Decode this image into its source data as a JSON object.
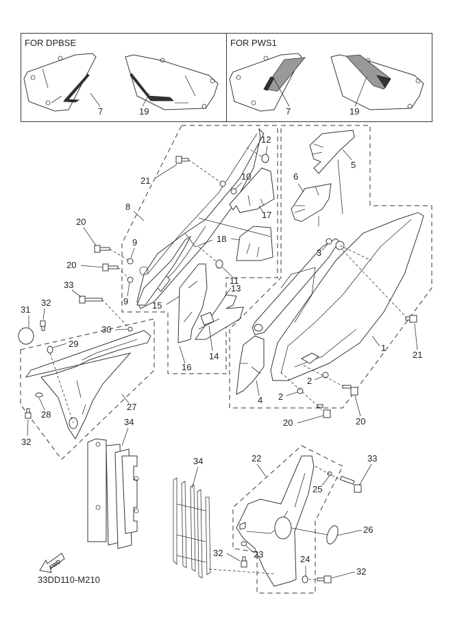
{
  "diagram": {
    "code": "33DD110-M210",
    "fwd_label": "FWD",
    "insets": [
      {
        "title": "FOR DPBSE",
        "callouts": [
          "7",
          "19"
        ]
      },
      {
        "title": "FOR PWS1",
        "callouts": [
          "7",
          "19"
        ]
      }
    ],
    "callouts": {
      "c1": "1",
      "c2a": "2",
      "c2b": "2",
      "c3": "3",
      "c4": "4",
      "c5": "5",
      "c6": "6",
      "c8": "8",
      "c9a": "9",
      "c9b": "9",
      "c10": "10",
      "c11": "11",
      "c12": "12",
      "c13": "13",
      "c14": "14",
      "c15": "15",
      "c16": "16",
      "c17": "17",
      "c18": "18",
      "c20a": "20",
      "c20b": "20",
      "c20c": "20",
      "c20d": "20",
      "c21a": "21",
      "c21b": "21",
      "c22": "22",
      "c23": "23",
      "c24": "24",
      "c25": "25",
      "c26": "26",
      "c27": "27",
      "c28": "28",
      "c29": "29",
      "c30": "30",
      "c31": "31",
      "c32a": "32",
      "c32b": "32",
      "c32c": "32",
      "c32d": "32",
      "c33a": "33",
      "c33b": "33",
      "c34a": "34",
      "c34b": "34"
    }
  }
}
